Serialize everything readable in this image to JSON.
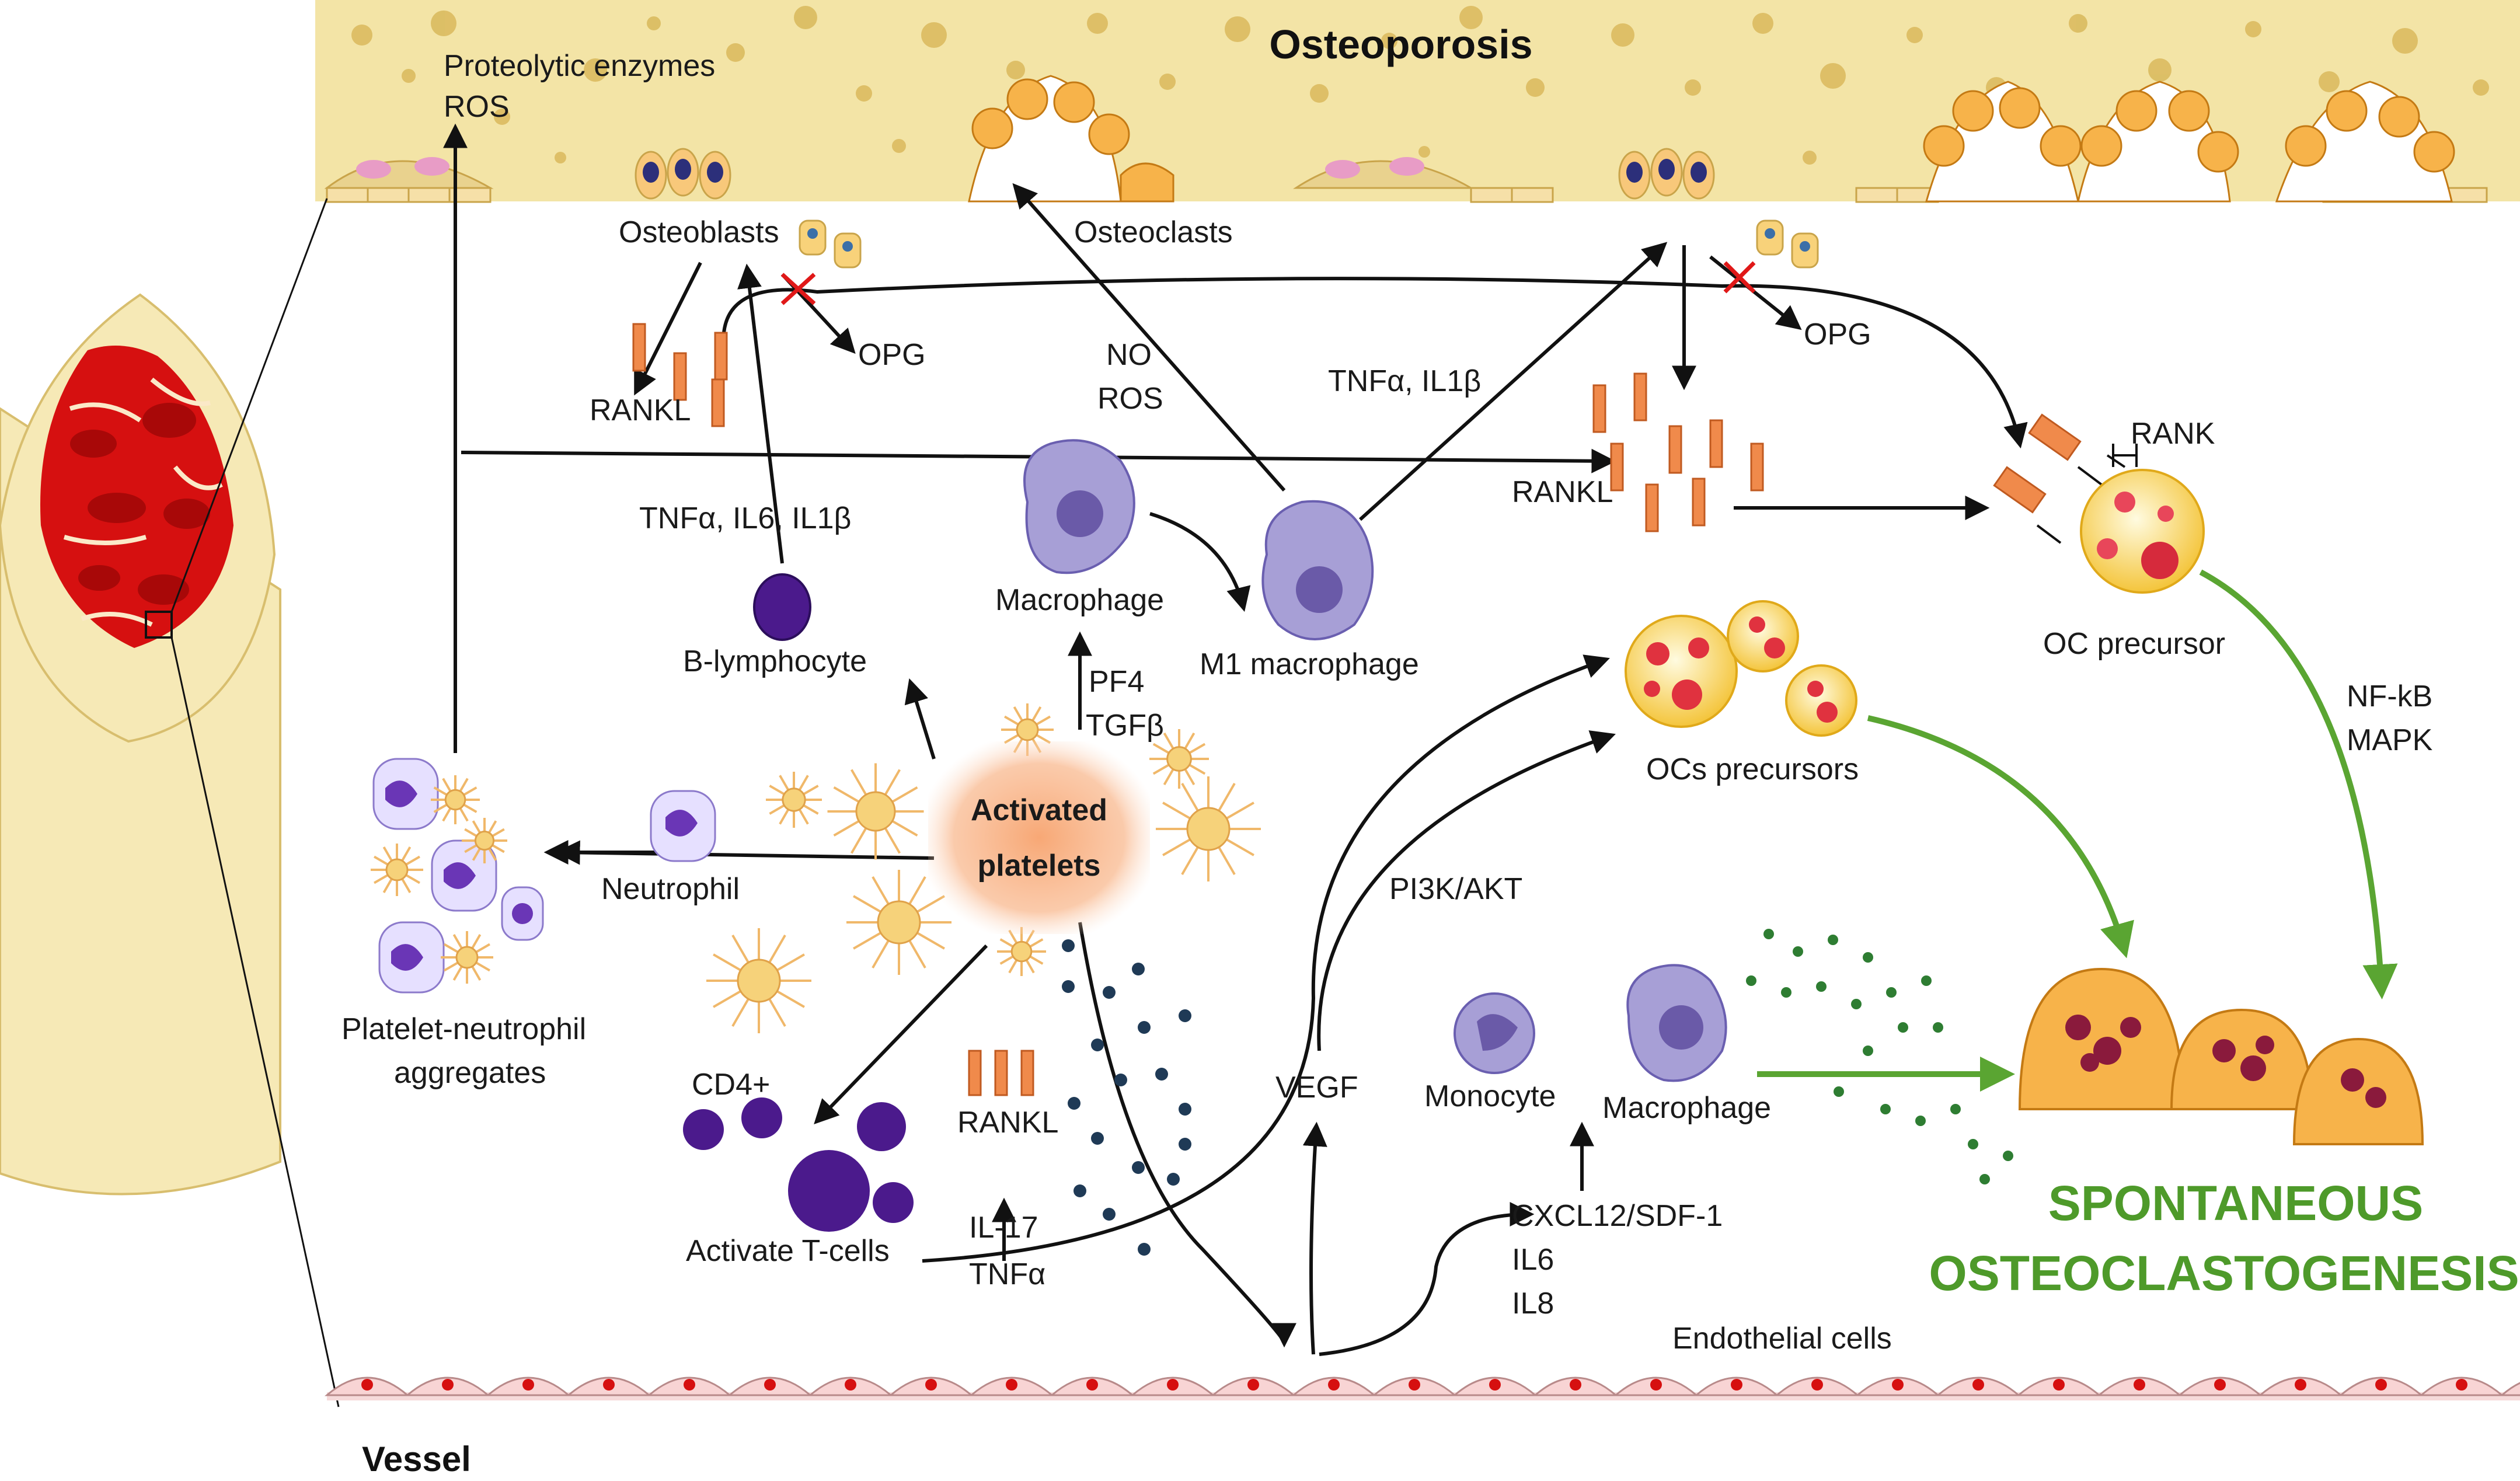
{
  "title": "Osteoporosis",
  "labels": {
    "proteolytic": "Proteolytic enzymes",
    "ros_top": "ROS",
    "osteoblasts": "Osteoblasts",
    "osteoclasts": "Osteoclasts",
    "opg_left": "OPG",
    "opg_right": "OPG",
    "rankl_left": "RANKL",
    "rankl_mid": "RANKL",
    "rankl_low": "RANKL",
    "no": "NO",
    "ros_mid": "ROS",
    "tnfa_il1b": "TNFα, IL1β",
    "tnfa_il6_il1b": "TNFα, IL6, IL1β",
    "rank": "RANK",
    "oc_precursor": "OC precursor",
    "macrophage_top": "Macrophage",
    "m1_macrophage": "M1 macrophage",
    "b_lymphocyte": "B-lymphocyte",
    "pf4": "PF4",
    "tgfb": "TGFβ",
    "ocs_precursors": "OCs precursors",
    "nfkb": "NF-kB",
    "mapk": "MAPK",
    "activated": "Activated",
    "platelets": "platelets",
    "neutrophil": "Neutrophil",
    "pna_1": "Platelet-neutrophil",
    "pna_2": "aggregates",
    "pi3k": "PI3K/AKT",
    "cd4": "CD4+",
    "activate_tcells": "Activate T-cells",
    "il17": "IL-17",
    "tnfa": "TNFα",
    "vegf": "VEGF",
    "monocyte": "Monocyte",
    "macrophage_low": "Macrophage",
    "cxcl12": "CXCL12/SDF-1",
    "il6": "IL6",
    "il8": "IL8",
    "endothelial": "Endothelial cells",
    "spontaneous": "SPONTANEOUS",
    "osteoclastogenesis": "OSTEOCLASTOGENESIS",
    "vessel": "Vessel"
  },
  "colors": {
    "bone": "#f3e4a6",
    "bone_pore": "#d9b95c",
    "rankl": "#f08a4b",
    "green_arrow": "#5aa532",
    "green_text": "#4e9a2a",
    "purple": "#4b1a8c",
    "macrophage": "#a79fd6",
    "osteoclast": "#f7b34a",
    "blood_red": "#d61010",
    "inhibit": "#e01818"
  }
}
